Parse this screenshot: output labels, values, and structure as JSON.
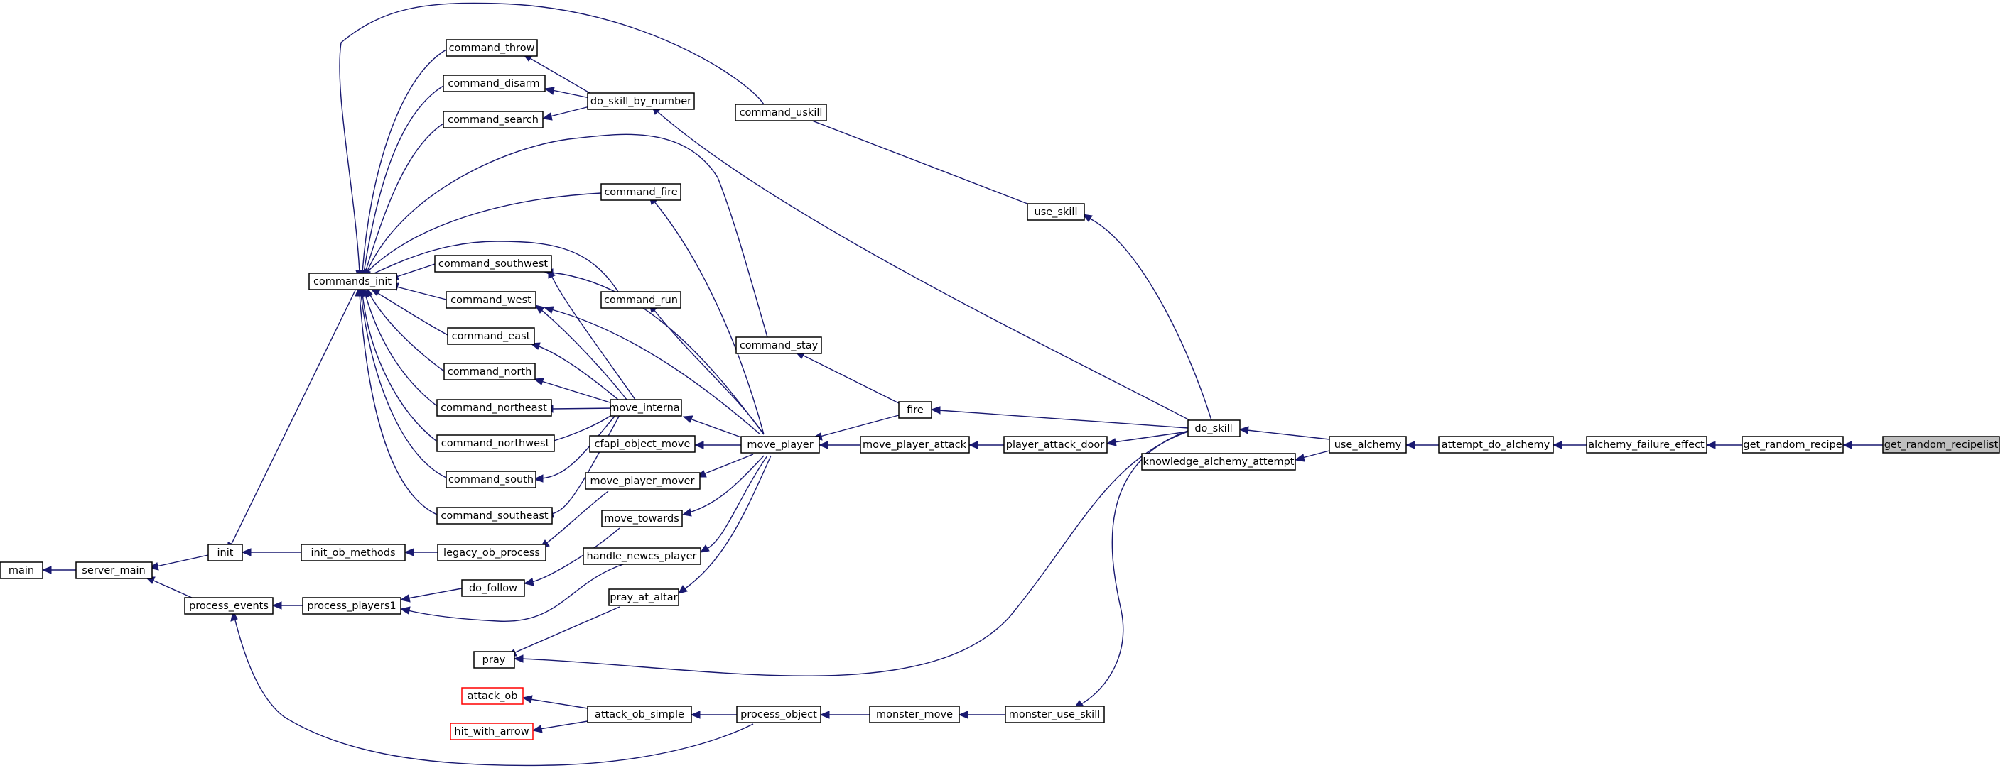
{
  "graph": {
    "focus_node": "get_random_recipelist",
    "nodes": [
      {
        "id": "main",
        "label": "main"
      },
      {
        "id": "server_main",
        "label": "server_main"
      },
      {
        "id": "init",
        "label": "init"
      },
      {
        "id": "process_events",
        "label": "process_events"
      },
      {
        "id": "commands_init",
        "label": "commands_init"
      },
      {
        "id": "init_ob_methods",
        "label": "init_ob_methods"
      },
      {
        "id": "process_players1",
        "label": "process_players1"
      },
      {
        "id": "command_throw",
        "label": "command_throw"
      },
      {
        "id": "command_disarm",
        "label": "command_disarm"
      },
      {
        "id": "command_search",
        "label": "command_search"
      },
      {
        "id": "command_southwest",
        "label": "command_southwest"
      },
      {
        "id": "command_west",
        "label": "command_west"
      },
      {
        "id": "command_east",
        "label": "command_east"
      },
      {
        "id": "command_north",
        "label": "command_north"
      },
      {
        "id": "command_northeast",
        "label": "command_northeast"
      },
      {
        "id": "command_northwest",
        "label": "command_northwest"
      },
      {
        "id": "command_south",
        "label": "command_south"
      },
      {
        "id": "command_southeast",
        "label": "command_southeast"
      },
      {
        "id": "legacy_ob_process",
        "label": "legacy_ob_process"
      },
      {
        "id": "do_follow",
        "label": "do_follow"
      },
      {
        "id": "pray",
        "label": "pray"
      },
      {
        "id": "attack_ob",
        "label": "attack_ob",
        "missing_link": true
      },
      {
        "id": "hit_with_arrow",
        "label": "hit_with_arrow",
        "missing_link": true
      },
      {
        "id": "do_skill_by_number",
        "label": "do_skill_by_number"
      },
      {
        "id": "command_fire",
        "label": "command_fire"
      },
      {
        "id": "command_run",
        "label": "command_run"
      },
      {
        "id": "move_internal",
        "label": "move_internal"
      },
      {
        "id": "cfapi_object_move",
        "label": "cfapi_object_move"
      },
      {
        "id": "move_player_mover",
        "label": "move_player_mover"
      },
      {
        "id": "move_towards",
        "label": "move_towards"
      },
      {
        "id": "handle_newcs_player",
        "label": "handle_newcs_player"
      },
      {
        "id": "pray_at_altar",
        "label": "pray_at_altar"
      },
      {
        "id": "attack_ob_simple",
        "label": "attack_ob_simple"
      },
      {
        "id": "command_uskill",
        "label": "command_uskill"
      },
      {
        "id": "command_stay",
        "label": "command_stay"
      },
      {
        "id": "move_player",
        "label": "move_player"
      },
      {
        "id": "process_object",
        "label": "process_object"
      },
      {
        "id": "move_player_attack",
        "label": "move_player_attack"
      },
      {
        "id": "monster_move",
        "label": "monster_move"
      },
      {
        "id": "fire",
        "label": "fire"
      },
      {
        "id": "player_attack_door",
        "label": "player_attack_door"
      },
      {
        "id": "use_skill",
        "label": "use_skill"
      },
      {
        "id": "monster_use_skill",
        "label": "monster_use_skill"
      },
      {
        "id": "do_skill",
        "label": "do_skill"
      },
      {
        "id": "knowledge_alchemy_attempt",
        "label": "knowledge_alchemy_attempt"
      },
      {
        "id": "use_alchemy",
        "label": "use_alchemy"
      },
      {
        "id": "attempt_do_alchemy",
        "label": "attempt_do_alchemy"
      },
      {
        "id": "alchemy_failure_effect",
        "label": "alchemy_failure_effect"
      },
      {
        "id": "get_random_recipe",
        "label": "get_random_recipe"
      },
      {
        "id": "get_random_recipelist",
        "label": "get_random_recipelist"
      }
    ],
    "edges": [
      [
        "get_random_recipelist",
        "get_random_recipe"
      ],
      [
        "get_random_recipe",
        "alchemy_failure_effect"
      ],
      [
        "alchemy_failure_effect",
        "attempt_do_alchemy"
      ],
      [
        "attempt_do_alchemy",
        "use_alchemy"
      ],
      [
        "use_alchemy",
        "do_skill"
      ],
      [
        "use_alchemy",
        "knowledge_alchemy_attempt"
      ],
      [
        "do_skill",
        "do_skill_by_number"
      ],
      [
        "do_skill",
        "use_skill"
      ],
      [
        "do_skill",
        "fire"
      ],
      [
        "do_skill",
        "player_attack_door"
      ],
      [
        "do_skill",
        "pray"
      ],
      [
        "do_skill",
        "monster_use_skill"
      ],
      [
        "use_skill",
        "command_uskill"
      ],
      [
        "command_uskill",
        "commands_init"
      ],
      [
        "do_skill_by_number",
        "command_throw"
      ],
      [
        "do_skill_by_number",
        "command_disarm"
      ],
      [
        "do_skill_by_number",
        "command_search"
      ],
      [
        "command_throw",
        "commands_init"
      ],
      [
        "command_disarm",
        "commands_init"
      ],
      [
        "command_search",
        "commands_init"
      ],
      [
        "fire",
        "command_stay"
      ],
      [
        "fire",
        "move_player"
      ],
      [
        "command_stay",
        "commands_init"
      ],
      [
        "player_attack_door",
        "move_player_attack"
      ],
      [
        "move_player_attack",
        "move_player"
      ],
      [
        "move_player",
        "command_fire"
      ],
      [
        "move_player",
        "command_run"
      ],
      [
        "move_player",
        "move_internal"
      ],
      [
        "move_player",
        "cfapi_object_move"
      ],
      [
        "move_player",
        "move_player_mover"
      ],
      [
        "move_player",
        "move_towards"
      ],
      [
        "move_player",
        "handle_newcs_player"
      ],
      [
        "move_player",
        "pray_at_altar"
      ],
      [
        "move_player",
        "command_southwest"
      ],
      [
        "move_player",
        "command_west"
      ],
      [
        "command_fire",
        "commands_init"
      ],
      [
        "command_run",
        "commands_init"
      ],
      [
        "move_internal",
        "command_southwest"
      ],
      [
        "move_internal",
        "command_west"
      ],
      [
        "move_internal",
        "command_east"
      ],
      [
        "move_internal",
        "command_north"
      ],
      [
        "move_internal",
        "command_northeast"
      ],
      [
        "move_internal",
        "command_northwest"
      ],
      [
        "move_internal",
        "command_south"
      ],
      [
        "move_internal",
        "command_southeast"
      ],
      [
        "command_southwest",
        "commands_init"
      ],
      [
        "command_west",
        "commands_init"
      ],
      [
        "command_east",
        "commands_init"
      ],
      [
        "command_north",
        "commands_init"
      ],
      [
        "command_northeast",
        "commands_init"
      ],
      [
        "command_northwest",
        "commands_init"
      ],
      [
        "command_south",
        "commands_init"
      ],
      [
        "command_southeast",
        "commands_init"
      ],
      [
        "commands_init",
        "init"
      ],
      [
        "move_player_mover",
        "legacy_ob_process"
      ],
      [
        "legacy_ob_process",
        "init_ob_methods"
      ],
      [
        "init_ob_methods",
        "init"
      ],
      [
        "move_towards",
        "do_follow"
      ],
      [
        "do_follow",
        "process_players1"
      ],
      [
        "handle_newcs_player",
        "process_players1"
      ],
      [
        "process_players1",
        "process_events"
      ],
      [
        "pray_at_altar",
        "pray"
      ],
      [
        "init",
        "server_main"
      ],
      [
        "process_events",
        "server_main"
      ],
      [
        "server_main",
        "main"
      ],
      [
        "monster_use_skill",
        "monster_move"
      ],
      [
        "monster_move",
        "process_object"
      ],
      [
        "process_object",
        "attack_ob_simple"
      ],
      [
        "process_object",
        "process_events"
      ],
      [
        "attack_ob_simple",
        "attack_ob"
      ],
      [
        "attack_ob_simple",
        "hit_with_arrow"
      ]
    ]
  }
}
